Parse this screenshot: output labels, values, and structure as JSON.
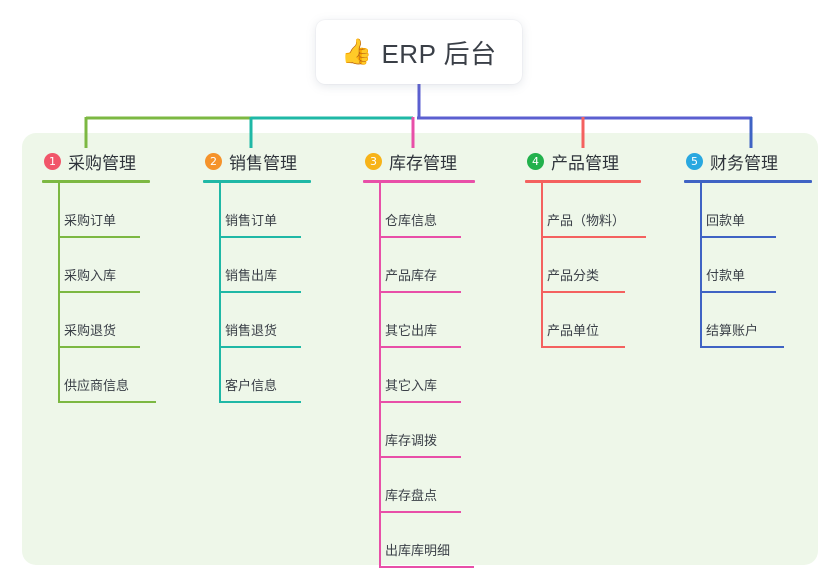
{
  "diagram": {
    "type": "mind-map",
    "root": {
      "icon": "thumbs-up-icon",
      "icon_glyph": "👍",
      "label": "ERP 后台"
    },
    "panel_color": "#eef7e9",
    "bus": {
      "segment_1_color": "#7cb842",
      "segment_2_color": "#1fb8a6",
      "segment_3_color": "#5b5fd0",
      "root_drop_color": "#5b5fd0"
    },
    "columns": [
      {
        "index": "1",
        "badge_color": "#f1566a",
        "accent": "#7cb842",
        "title": "采购管理",
        "rule_width": 108,
        "items": [
          {
            "label": "采购订单",
            "rule_width": 82
          },
          {
            "label": "采购入库",
            "rule_width": 82
          },
          {
            "label": "采购退货",
            "rule_width": 82
          },
          {
            "label": "供应商信息",
            "rule_width": 98
          }
        ]
      },
      {
        "index": "2",
        "badge_color": "#f5932b",
        "accent": "#1fb8a6",
        "title": "销售管理",
        "rule_width": 108,
        "items": [
          {
            "label": "销售订单",
            "rule_width": 82
          },
          {
            "label": "销售出库",
            "rule_width": 82
          },
          {
            "label": "销售退货",
            "rule_width": 82
          },
          {
            "label": "客户信息",
            "rule_width": 82
          }
        ]
      },
      {
        "index": "3",
        "badge_color": "#f7b319",
        "accent": "#e84fa8",
        "title": "库存管理",
        "rule_width": 112,
        "items": [
          {
            "label": "仓库信息",
            "rule_width": 82
          },
          {
            "label": "产品库存",
            "rule_width": 82
          },
          {
            "label": "其它出库",
            "rule_width": 82
          },
          {
            "label": "其它入库",
            "rule_width": 82
          },
          {
            "label": "库存调拨",
            "rule_width": 82
          },
          {
            "label": "库存盘点",
            "rule_width": 82
          },
          {
            "label": "出库库明细",
            "rule_width": 95
          }
        ]
      },
      {
        "index": "4",
        "badge_color": "#22b14c",
        "accent": "#f4615f",
        "title": "产品管理",
        "rule_width": 116,
        "items": [
          {
            "label": "产品（物料）",
            "rule_width": 105
          },
          {
            "label": "产品分类",
            "rule_width": 84
          },
          {
            "label": "产品单位",
            "rule_width": 84
          }
        ]
      },
      {
        "index": "5",
        "badge_color": "#29a8e0",
        "accent": "#3f63c4",
        "title": "财务管理",
        "rule_width": 128,
        "items": [
          {
            "label": "回款单",
            "rule_width": 76
          },
          {
            "label": "付款单",
            "rule_width": 76
          },
          {
            "label": "结算账户",
            "rule_width": 84
          }
        ]
      }
    ]
  }
}
